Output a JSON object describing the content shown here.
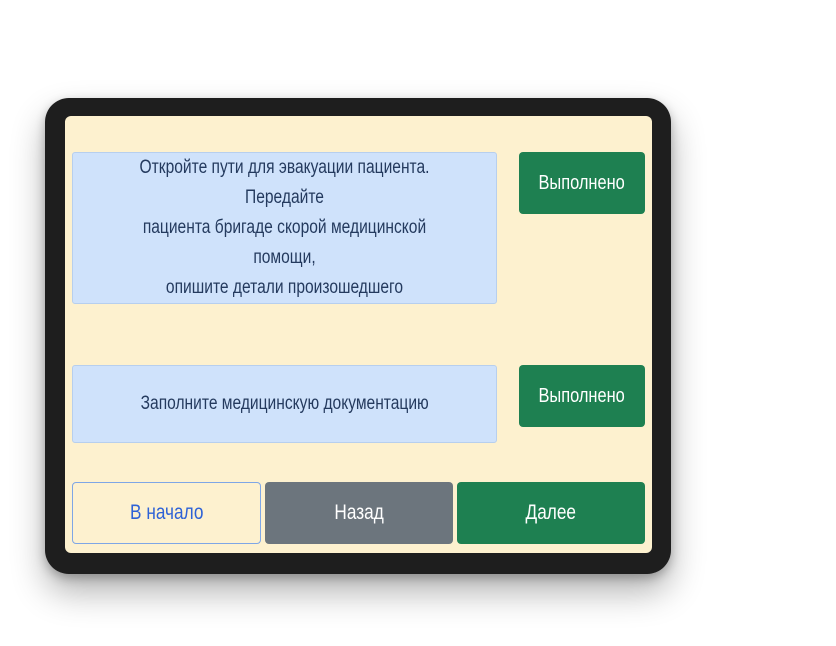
{
  "steps": [
    {
      "instruction": "Откройте пути для эвакуации пациента. Передайте\nпациента бригаде скорой медицинской помощи,\nопишите детали произошедшего",
      "done_label": "Выполнено"
    },
    {
      "instruction": "Заполните медицинскую документацию",
      "done_label": "Выполнено"
    }
  ],
  "navigation": {
    "start_label": "В начало",
    "back_label": "Назад",
    "next_label": "Далее"
  },
  "colors": {
    "screen_background": "#fdf1cf",
    "instruction_background": "#cfe2fb",
    "done_button": "#1e8051",
    "back_button": "#6c757d",
    "start_button_text": "#2e62d6",
    "next_button": "#1e8051",
    "bezel": "#1e1e1e"
  }
}
